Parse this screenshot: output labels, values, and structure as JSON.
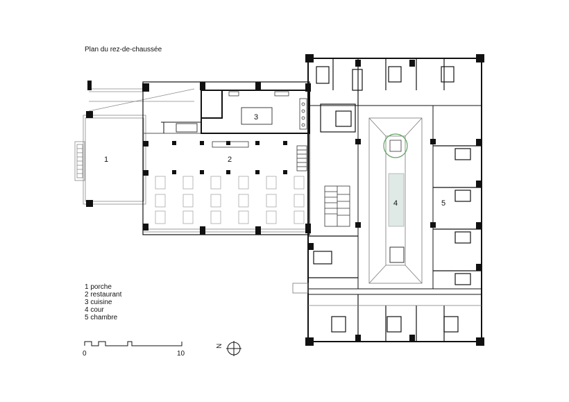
{
  "title": "Plan du rez-de-chaussée",
  "rooms": {
    "r1": "1",
    "r2": "2",
    "r3": "3",
    "r4": "4",
    "r5": "5"
  },
  "legend": [
    "1 porche",
    "2 restaurant",
    "3 cuisine",
    "4 cour",
    "5 chambre"
  ],
  "scale": {
    "start": "0",
    "end": "10"
  },
  "north": "N",
  "colors": {
    "wall": "#111111",
    "light_line": "#9a9a9a",
    "courtyard_pool": "#dfe9e6",
    "tree": "#5fa05f"
  }
}
